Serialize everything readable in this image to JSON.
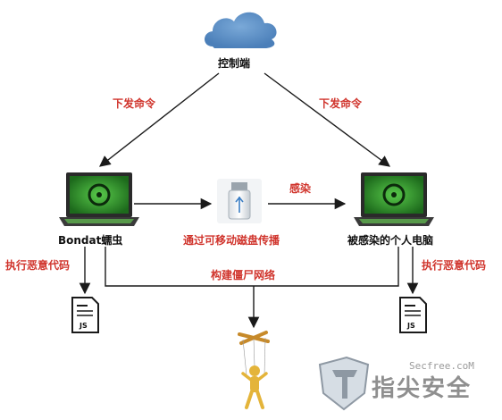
{
  "nodes": {
    "controller": "控制端",
    "bondat": "Bondat蠕虫",
    "infected_pc": "被感染的个人电脑"
  },
  "edges": {
    "cmd_left": "下发命令",
    "cmd_right": "下发命令",
    "usb_spread": "通过可移动磁盘传播",
    "infect": "感染",
    "exec_left": "执行恶意代码",
    "exec_right": "执行恶意代码",
    "botnet": "构建僵尸网络"
  },
  "file_icons": {
    "left": "JS",
    "right": "JS"
  },
  "watermark": {
    "url": "Secfree.coM",
    "name": "指尖安全"
  },
  "colors": {
    "cloud": "#5b8fc7",
    "edge_label": "#d0342c",
    "screen_green": "#2f8c2b",
    "watermark": "#8f8f8f"
  }
}
